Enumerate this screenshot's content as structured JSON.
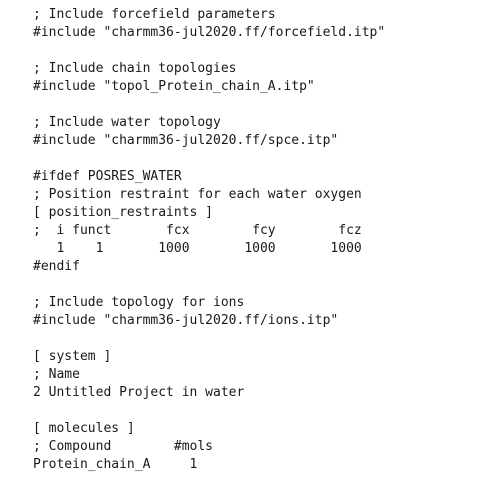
{
  "document": {
    "lines": [
      "; Include forcefield parameters",
      "#include \"charmm36-jul2020.ff/forcefield.itp\"",
      "",
      "; Include chain topologies",
      "#include \"topol_Protein_chain_A.itp\"",
      "",
      "; Include water topology",
      "#include \"charmm36-jul2020.ff/spce.itp\"",
      "",
      "#ifdef POSRES_WATER",
      "; Position restraint for each water oxygen",
      "[ position_restraints ]",
      ";  i funct       fcx        fcy        fcz",
      "   1    1       1000       1000       1000",
      "#endif",
      "",
      "; Include topology for ions",
      "#include \"charmm36-jul2020.ff/ions.itp\"",
      "",
      "[ system ]",
      "; Name",
      "2 Untitled Project in water",
      "",
      "[ molecules ]",
      "; Compound        #mols",
      "Protein_chain_A     1"
    ]
  }
}
